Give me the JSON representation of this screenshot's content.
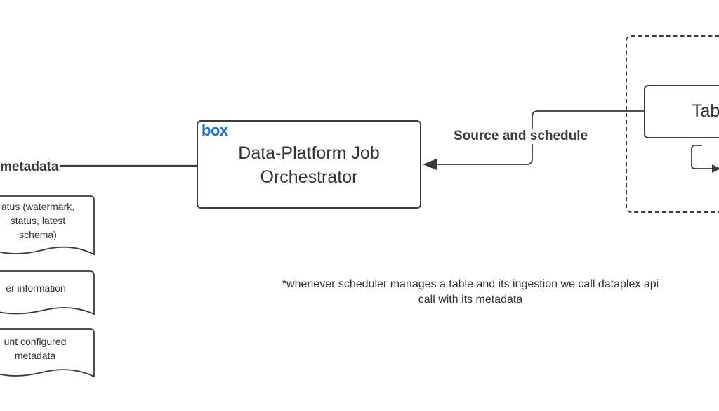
{
  "orchestrator": {
    "logo_text": "box",
    "title": "Data-Platform Job\nOrchestrator"
  },
  "table_box": {
    "partial_label": "Tab"
  },
  "edges": {
    "source_and_schedule": "Source and schedule",
    "metadata": "metadata"
  },
  "documents": [
    {
      "text": "atus (watermark,\n status, latest\n schema)"
    },
    {
      "text": "er information"
    },
    {
      "text": "unt configured\n metadata"
    }
  ],
  "note": "*whenever scheduler manages a table and its ingestion we call dataplex api\ncall with its metadata",
  "colors": {
    "line": "#3a3a3a",
    "text": "#333333",
    "brand_blue": "#0b6fd6",
    "background": "#ffffff"
  }
}
